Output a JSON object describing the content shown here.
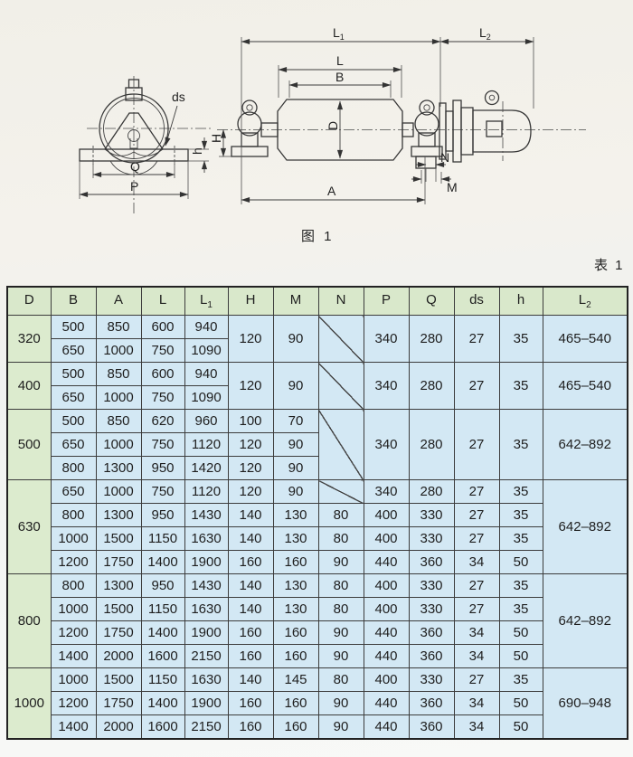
{
  "figure": {
    "caption": "图 1",
    "labels": {
      "l1": {
        "base": "L",
        "sub": "1"
      },
      "l2": {
        "base": "L",
        "sub": "2"
      },
      "l": "L",
      "b": "B",
      "d": "D",
      "a": "A",
      "h_cap": "H",
      "h_low": "h",
      "n": "N",
      "m": "M",
      "p": "P",
      "q": "Q",
      "ds": "ds"
    }
  },
  "table": {
    "caption": "表 1",
    "headers": [
      {
        "base": "D",
        "sub": ""
      },
      {
        "base": "B",
        "sub": ""
      },
      {
        "base": "A",
        "sub": ""
      },
      {
        "base": "L",
        "sub": ""
      },
      {
        "base": "L",
        "sub": "1"
      },
      {
        "base": "H",
        "sub": ""
      },
      {
        "base": "M",
        "sub": ""
      },
      {
        "base": "N",
        "sub": ""
      },
      {
        "base": "P",
        "sub": ""
      },
      {
        "base": "Q",
        "sub": ""
      },
      {
        "base": "ds",
        "sub": ""
      },
      {
        "base": "h",
        "sub": ""
      },
      {
        "base": "L",
        "sub": "2"
      }
    ],
    "groups": [
      {
        "d": "320",
        "rows": [
          [
            "500",
            "850",
            "600",
            "940"
          ],
          [
            "650",
            "1000",
            "750",
            "1090"
          ]
        ],
        "shared": [
          "120",
          "90",
          "/",
          "340",
          "280",
          "27",
          "35",
          "465–540"
        ]
      },
      {
        "d": "400",
        "rows": [
          [
            "500",
            "850",
            "600",
            "940"
          ],
          [
            "650",
            "1000",
            "750",
            "1090"
          ]
        ],
        "shared": [
          "120",
          "90",
          "/",
          "340",
          "280",
          "27",
          "35",
          "465–540"
        ]
      },
      {
        "d": "500",
        "rows": [
          [
            "500",
            "850",
            "620",
            "960",
            "100",
            "70"
          ],
          [
            "650",
            "1000",
            "750",
            "1120",
            "120",
            "90"
          ],
          [
            "800",
            "1300",
            "950",
            "1420",
            "120",
            "90"
          ]
        ],
        "shared": [
          "/",
          "340",
          "280",
          "27",
          "35",
          "642–892"
        ]
      },
      {
        "d": "630",
        "rows": [
          [
            "650",
            "1000",
            "750",
            "1120",
            "120",
            "90",
            "/",
            "340",
            "280",
            "27",
            "35"
          ],
          [
            "800",
            "1300",
            "950",
            "1430",
            "140",
            "130",
            "80",
            "400",
            "330",
            "27",
            "35"
          ],
          [
            "1000",
            "1500",
            "1150",
            "1630",
            "140",
            "130",
            "80",
            "400",
            "330",
            "27",
            "35"
          ],
          [
            "1200",
            "1750",
            "1400",
            "1900",
            "160",
            "160",
            "90",
            "440",
            "360",
            "34",
            "50"
          ]
        ],
        "shared": [
          "642–892"
        ]
      },
      {
        "d": "800",
        "rows": [
          [
            "800",
            "1300",
            "950",
            "1430",
            "140",
            "130",
            "80",
            "400",
            "330",
            "27",
            "35"
          ],
          [
            "1000",
            "1500",
            "1150",
            "1630",
            "140",
            "130",
            "80",
            "400",
            "330",
            "27",
            "35"
          ],
          [
            "1200",
            "1750",
            "1400",
            "1900",
            "160",
            "160",
            "90",
            "440",
            "360",
            "34",
            "50"
          ],
          [
            "1400",
            "2000",
            "1600",
            "2150",
            "160",
            "160",
            "90",
            "440",
            "360",
            "34",
            "50"
          ]
        ],
        "shared": [
          "642–892"
        ]
      },
      {
        "d": "1000",
        "rows": [
          [
            "1000",
            "1500",
            "1150",
            "1630",
            "140",
            "145",
            "80",
            "400",
            "330",
            "27",
            "35"
          ],
          [
            "1200",
            "1750",
            "1400",
            "1900",
            "160",
            "160",
            "90",
            "440",
            "360",
            "34",
            "50"
          ],
          [
            "1400",
            "2000",
            "1600",
            "2150",
            "160",
            "160",
            "90",
            "440",
            "360",
            "34",
            "50"
          ]
        ],
        "shared": [
          "690–948"
        ]
      }
    ]
  },
  "colors": {
    "header_bg": "#d9e8cb",
    "d_column_bg": "#dcebce",
    "cell_bg": "#d3e8f4",
    "grid_line": "#3c3c3c"
  }
}
